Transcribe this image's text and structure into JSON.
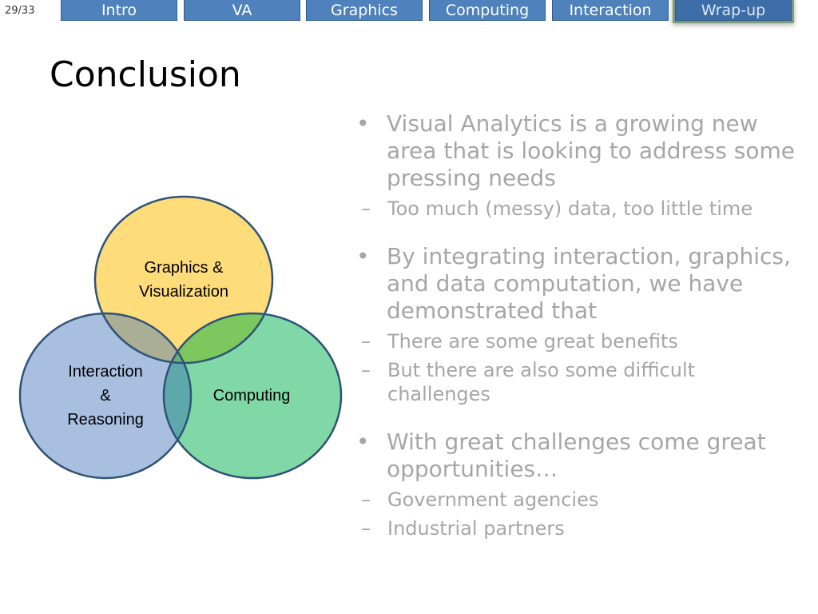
{
  "page_counter": "29/33",
  "nav": {
    "tabs": [
      {
        "label": "Intro"
      },
      {
        "label": "VA"
      },
      {
        "label": "Graphics"
      },
      {
        "label": "Computing"
      },
      {
        "label": "Interaction"
      },
      {
        "label": "Wrap-up",
        "active": true
      }
    ]
  },
  "title": "Conclusion",
  "venn": {
    "graphics_line1": "Graphics &",
    "graphics_line2": "Visualization",
    "interaction_line1": "Interaction",
    "interaction_line2": "&",
    "interaction_line3": "Reasoning",
    "computing": "Computing",
    "colors": {
      "graphics": "#ffdc7a",
      "interaction": "#a8bfe0",
      "computing": "#7fd8a6",
      "outline": "#2f5377"
    }
  },
  "bullets": [
    {
      "text": "Visual Analytics is a growing new area that is looking to address some pressing needs",
      "sub": [
        "Too much (messy) data, too little time"
      ]
    },
    {
      "text": "By integrating interaction, graphics, and data computation, we have demonstrated that",
      "sub": [
        "There are some great benefits",
        "But there are also some difficult challenges"
      ]
    },
    {
      "text": "With great challenges come great opportunities…",
      "sub": [
        "Government agencies",
        "Industrial partners"
      ]
    }
  ],
  "text_color": "#a6a6a6",
  "nav_color": "#4f81bd"
}
